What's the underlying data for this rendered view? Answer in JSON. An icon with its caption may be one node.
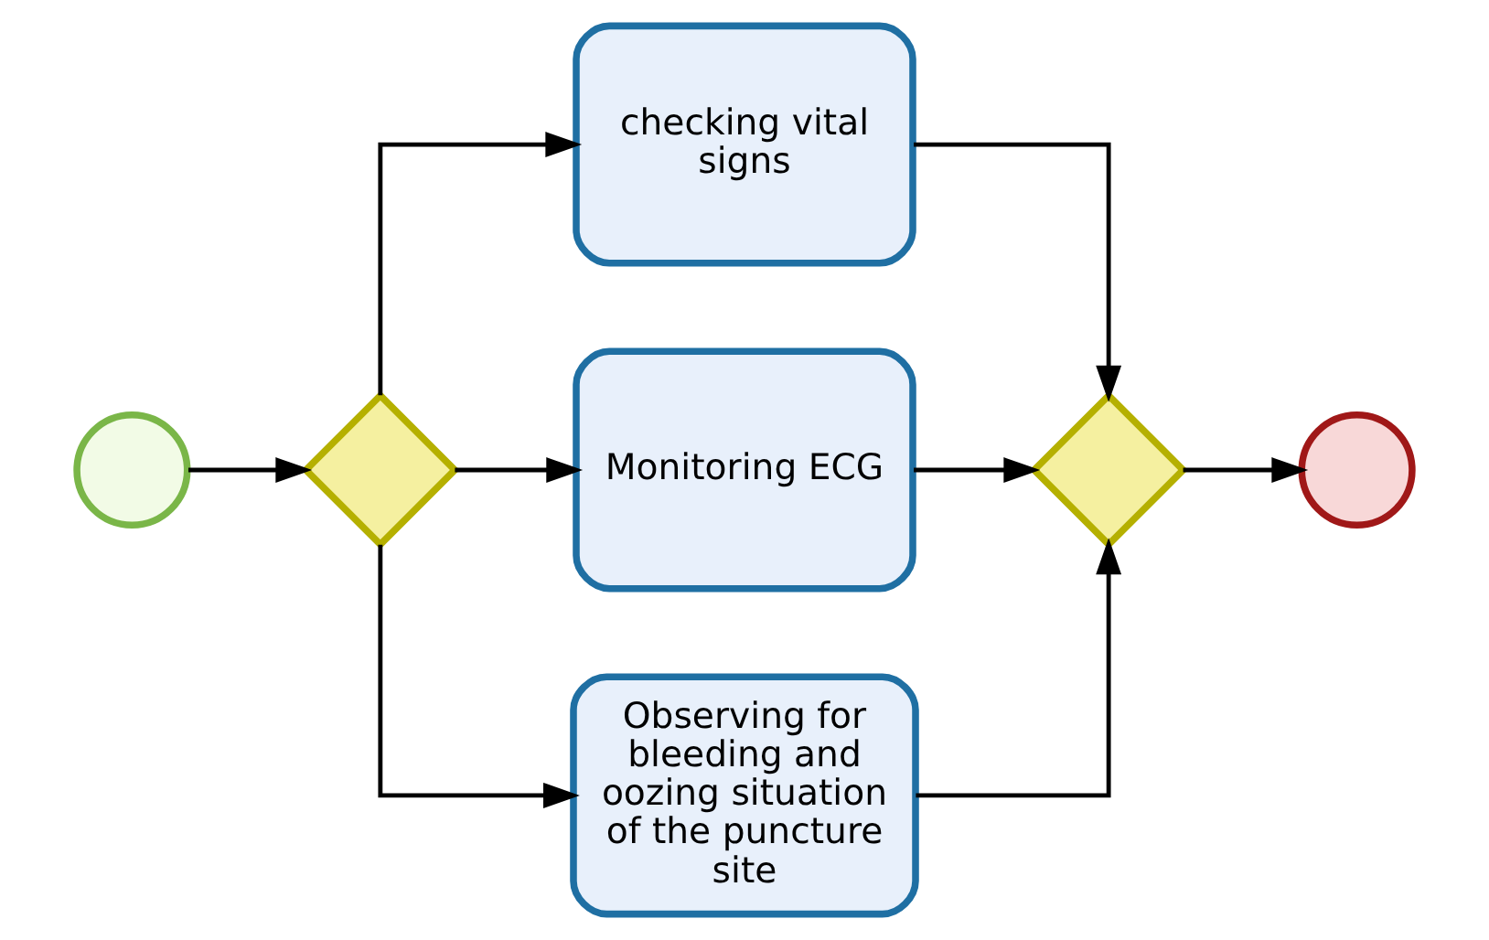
{
  "diagram": {
    "nodes": [
      {
        "text": [],
        "shape": "circle"
      },
      {
        "text": [],
        "shape": "diamond"
      },
      {
        "text": [
          "checking vital signs"
        ]
      },
      {
        "text": [
          "Monitoring ECG"
        ]
      },
      {
        "text": [
          "Observing for bleeding and oozing situation of the puncture site"
        ]
      },
      {
        "text": [],
        "shape": "diamond"
      },
      {
        "text": [],
        "shape": "circle"
      }
    ],
    "edges": [
      {
        "from": 0,
        "to": 1,
        "arrow": "to"
      },
      {
        "from": 1,
        "to": 2,
        "arrow": "to"
      },
      {
        "from": 1,
        "to": 3,
        "arrow": "to"
      },
      {
        "from": 1,
        "to": 4,
        "arrow": "to"
      },
      {
        "from": 2,
        "to": 5,
        "arrow": "to"
      },
      {
        "from": 3,
        "to": 5,
        "arrow": "to"
      },
      {
        "from": 4,
        "to": 5,
        "arrow": "to"
      },
      {
        "from": 5,
        "to": 6,
        "arrow": "to"
      }
    ]
  }
}
